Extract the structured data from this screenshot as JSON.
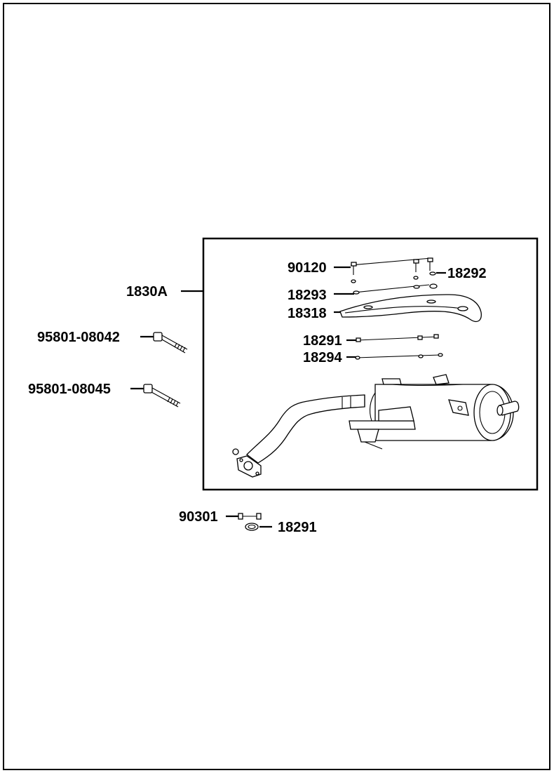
{
  "diagram": {
    "callouts": {
      "c1830a": "1830A",
      "c95801_08042": "95801-08042",
      "c95801_08045": "95801-08045",
      "c90120": "90120",
      "c18292": "18292",
      "c18293": "18293",
      "c18318": "18318",
      "c18291_upper": "18291",
      "c18294": "18294",
      "c90301": "90301",
      "c18291_lower": "18291"
    }
  }
}
